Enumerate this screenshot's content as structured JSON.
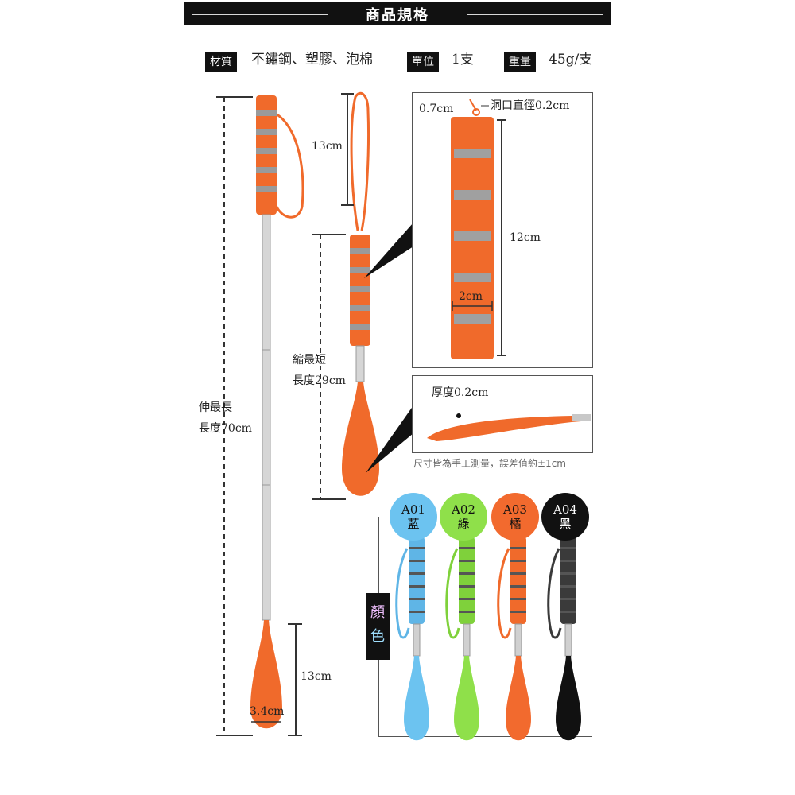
{
  "header": {
    "title": "商品規格"
  },
  "specs": [
    {
      "label": "材質",
      "value": "不鏽鋼、塑膠、泡棉"
    },
    {
      "label": "單位",
      "value": "1支"
    },
    {
      "label": "重量",
      "value": "45g/支"
    }
  ],
  "dimensions": {
    "strap_length": "13cm",
    "extended": "伸最長\n長度70cm",
    "extended_l1": "伸最長",
    "extended_l2": "長度70cm",
    "shortest_l1": "縮最短",
    "shortest_l2": "長度29cm",
    "spoon_length": "13cm",
    "spoon_width": "3.4cm",
    "hole_offset": "0.7cm",
    "hole_diameter": "洞口直徑0.2cm",
    "handle_length": "12cm",
    "handle_width": "2cm",
    "thickness": "厚度0.2cm",
    "note": "尺寸皆為手工測量，誤差值約±1cm"
  },
  "colors_label": {
    "l1": "顏",
    "l2": "色"
  },
  "variants": [
    {
      "code": "A01",
      "name": "藍",
      "color": "#6cc3f0",
      "handle": "#5fb5e6"
    },
    {
      "code": "A02",
      "name": "綠",
      "color": "#8fe04a",
      "handle": "#7fd13b"
    },
    {
      "code": "A03",
      "name": "橘",
      "color": "#f26a2e",
      "handle": "#f06a2b"
    },
    {
      "code": "A04",
      "name": "黑",
      "color": "#111111",
      "handle": "#3a3a3a"
    }
  ],
  "accent": "#f06a2b"
}
